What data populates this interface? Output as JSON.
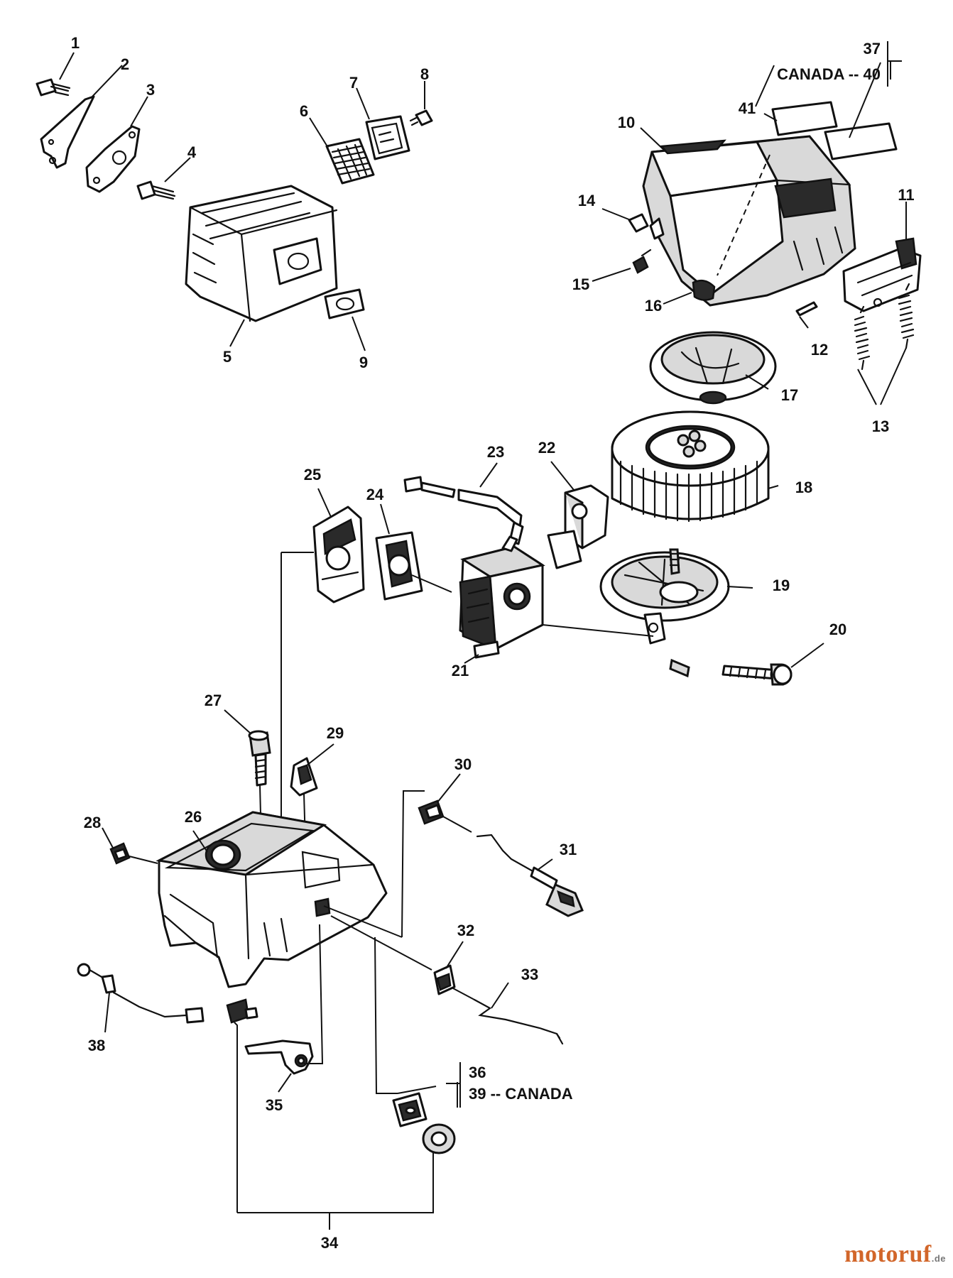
{
  "diagram": {
    "part_numbers": [
      "1",
      "2",
      "3",
      "4",
      "5",
      "6",
      "7",
      "8",
      "9",
      "10",
      "11",
      "12",
      "13",
      "14",
      "15",
      "16",
      "17",
      "18",
      "19",
      "20",
      "21",
      "22",
      "23",
      "24",
      "25",
      "26",
      "27",
      "28",
      "29",
      "30",
      "31",
      "32",
      "33",
      "34",
      "35",
      "38",
      "41"
    ],
    "notes": {
      "n37": "37",
      "n40": "CANADA -- 40",
      "n36": "36",
      "n39": "39 -- CANADA"
    }
  },
  "watermark": {
    "text": "motoruf",
    "suffix": ".de",
    "color": "#d2662a"
  }
}
